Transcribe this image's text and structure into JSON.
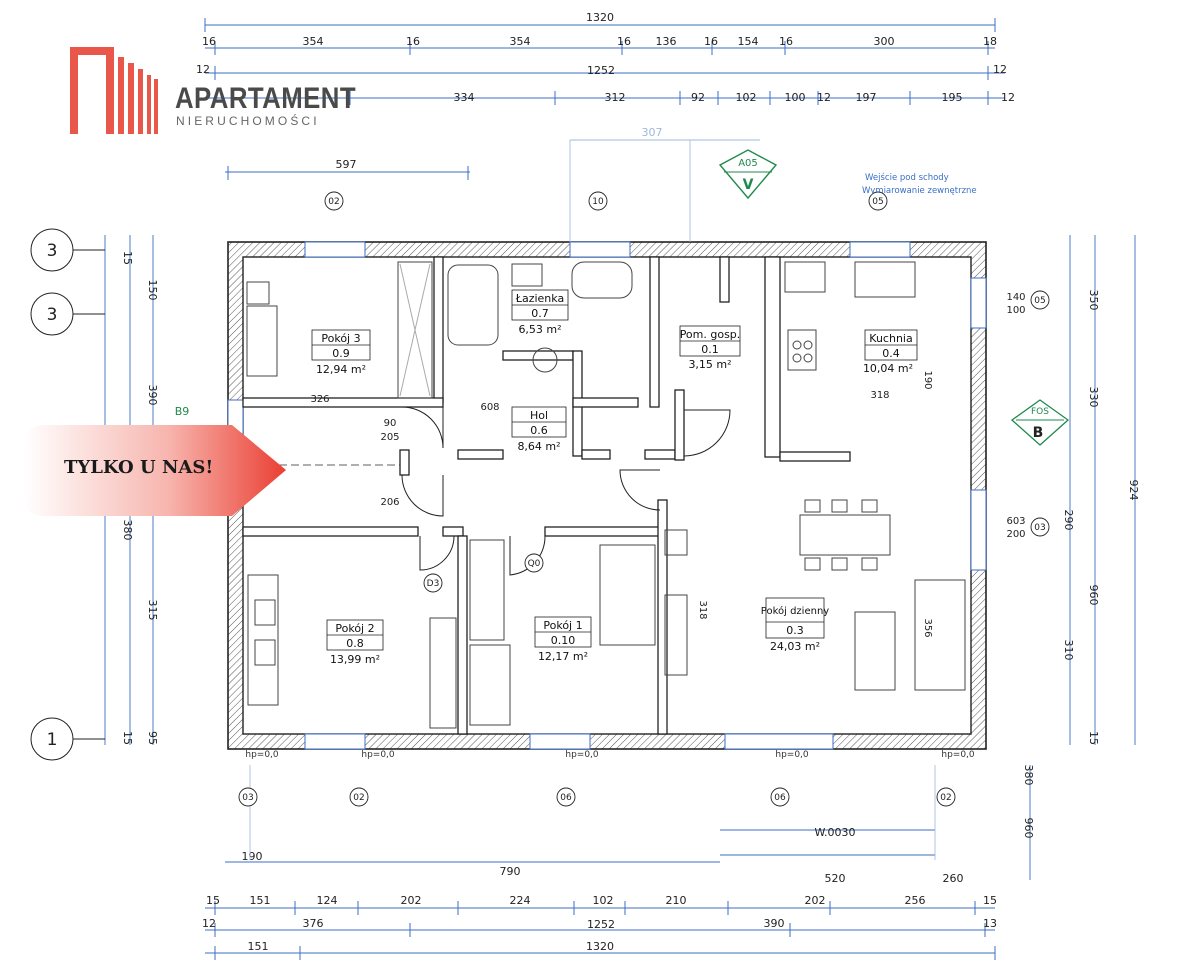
{
  "brand": {
    "name": "APARTAMENT",
    "tagline": "NIERUCHOMOŚCI",
    "accent_color": "#e8574a"
  },
  "badge": {
    "text": "TYLKO U NAS!",
    "color": "#e84a3e"
  },
  "rooms": [
    {
      "name": "Pokój 3",
      "id": "0.9",
      "area": "12,94 m²"
    },
    {
      "name": "Łazienka",
      "id": "0.7",
      "area": "6,53 m²"
    },
    {
      "name": "Pom. gosp.",
      "id": "0.1",
      "area": "3,15 m²"
    },
    {
      "name": "Kuchnia",
      "id": "0.4",
      "area": "10,04 m²"
    },
    {
      "name": "Hol",
      "id": "0.6",
      "area": "8,64 m²"
    },
    {
      "name": "Pokój 2",
      "id": "0.8",
      "area": "13,99 m²"
    },
    {
      "name": "Pokój 1",
      "id": "0.10",
      "area": "12,17 m²"
    },
    {
      "name": "Pokój dzienny",
      "id": "0.3",
      "area": "24,03 m²"
    }
  ],
  "dimensions": {
    "top_total": "1320",
    "top_row1": [
      "16",
      "354",
      "16",
      "354",
      "16",
      "136",
      "16",
      "154",
      "16",
      "300",
      "18"
    ],
    "top_row2": [
      "12",
      "1252",
      "12"
    ],
    "top_row3": [
      "334",
      "312",
      "92",
      "102",
      "100",
      "12",
      "197",
      "195",
      "12"
    ],
    "top_sub": [
      "597",
      "307"
    ],
    "bottom_row1": [
      "15",
      "151",
      "124",
      "202",
      "224",
      "102",
      "210",
      "202",
      "256",
      "15"
    ],
    "bottom_row2": [
      "12",
      "376",
      "1252",
      "390",
      "13"
    ],
    "bottom_row3": [
      "151",
      "1320"
    ],
    "bottom_sub": [
      "190",
      "790",
      "W.0030",
      "520",
      "260"
    ],
    "left": [
      "15",
      "150",
      "390",
      "380",
      "315",
      "15",
      "95"
    ],
    "right": [
      "924",
      "330",
      "350",
      "290",
      "960",
      "310",
      "15",
      "380",
      "960"
    ]
  },
  "axes": {
    "left": [
      "3",
      "3",
      "1"
    ]
  },
  "tags": [
    "A05",
    "V",
    "FOS",
    "B",
    "B9",
    "02",
    "10",
    "05",
    "03",
    "06",
    "D3",
    "Q0"
  ],
  "annotations": {
    "entrance": "Wejście pod schody",
    "insulation": "Wymiarowanie zewnętrzne",
    "hp": "hp=0,0",
    "window_tags": [
      "140",
      "100",
      "603",
      "200",
      "90",
      "205",
      "206",
      "326",
      "608",
      "318",
      "356",
      "318",
      "190"
    ]
  },
  "colors": {
    "wall": "#2b2b2b",
    "line": "#5a7fb5",
    "dim": "#3b6fc4",
    "pale": "#9fb8dc"
  }
}
